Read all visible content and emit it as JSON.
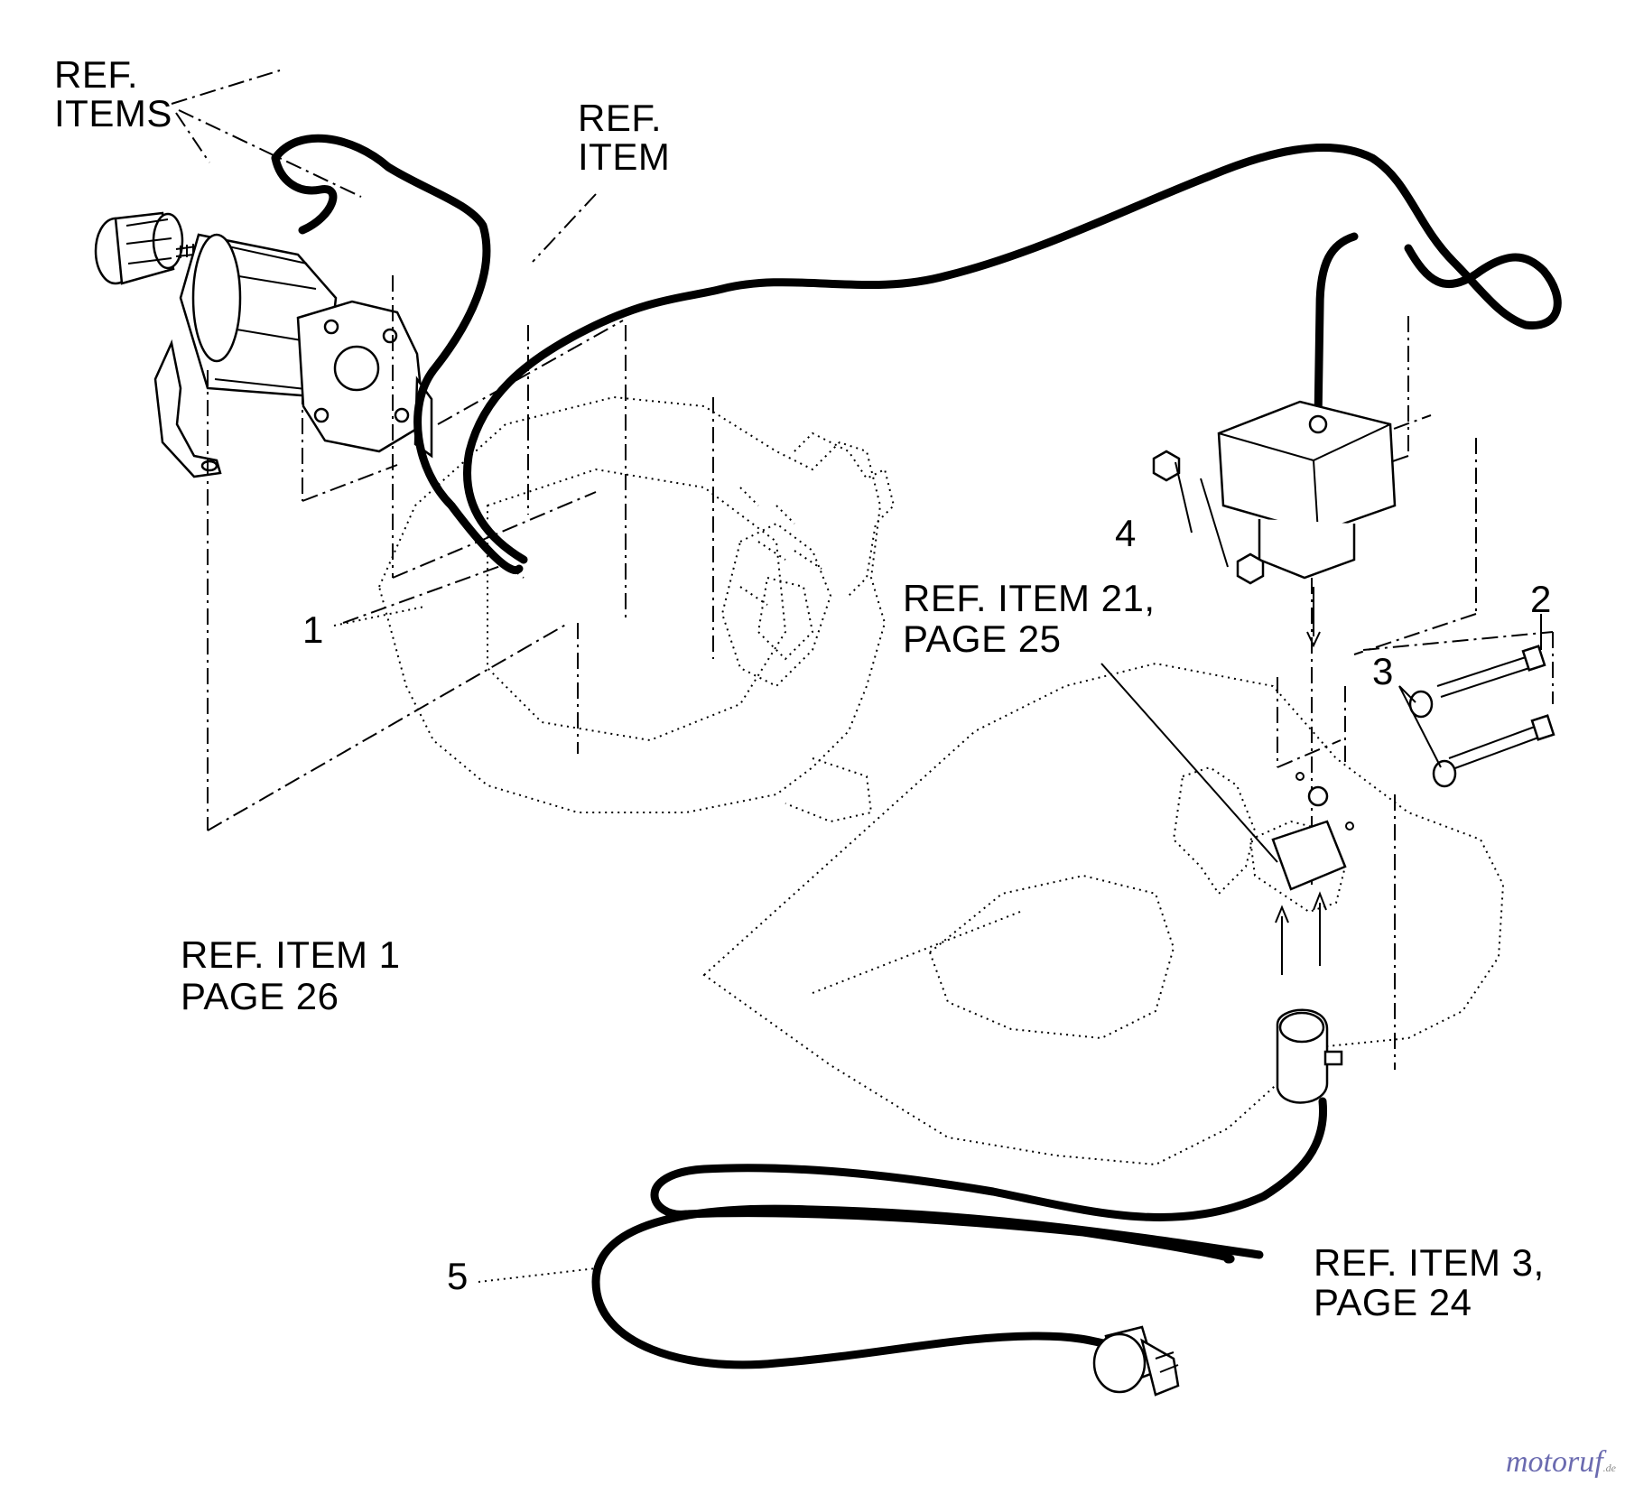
{
  "labels": {
    "ref_items": [
      "REF.",
      "ITEMS"
    ],
    "ref_item": [
      "REF.",
      "ITEM"
    ],
    "ref_item_21": [
      "REF. ITEM 21,",
      "PAGE 25"
    ],
    "ref_item_1": [
      "REF. ITEM 1",
      "PAGE 26"
    ],
    "ref_item_3": [
      "REF. ITEM 3,",
      "PAGE 24"
    ]
  },
  "callouts": {
    "c1": "1",
    "c2": "2",
    "c3": "3",
    "c4": "4",
    "c5": "5"
  },
  "watermark": {
    "brand": "motoruf",
    "domain": ".de"
  }
}
